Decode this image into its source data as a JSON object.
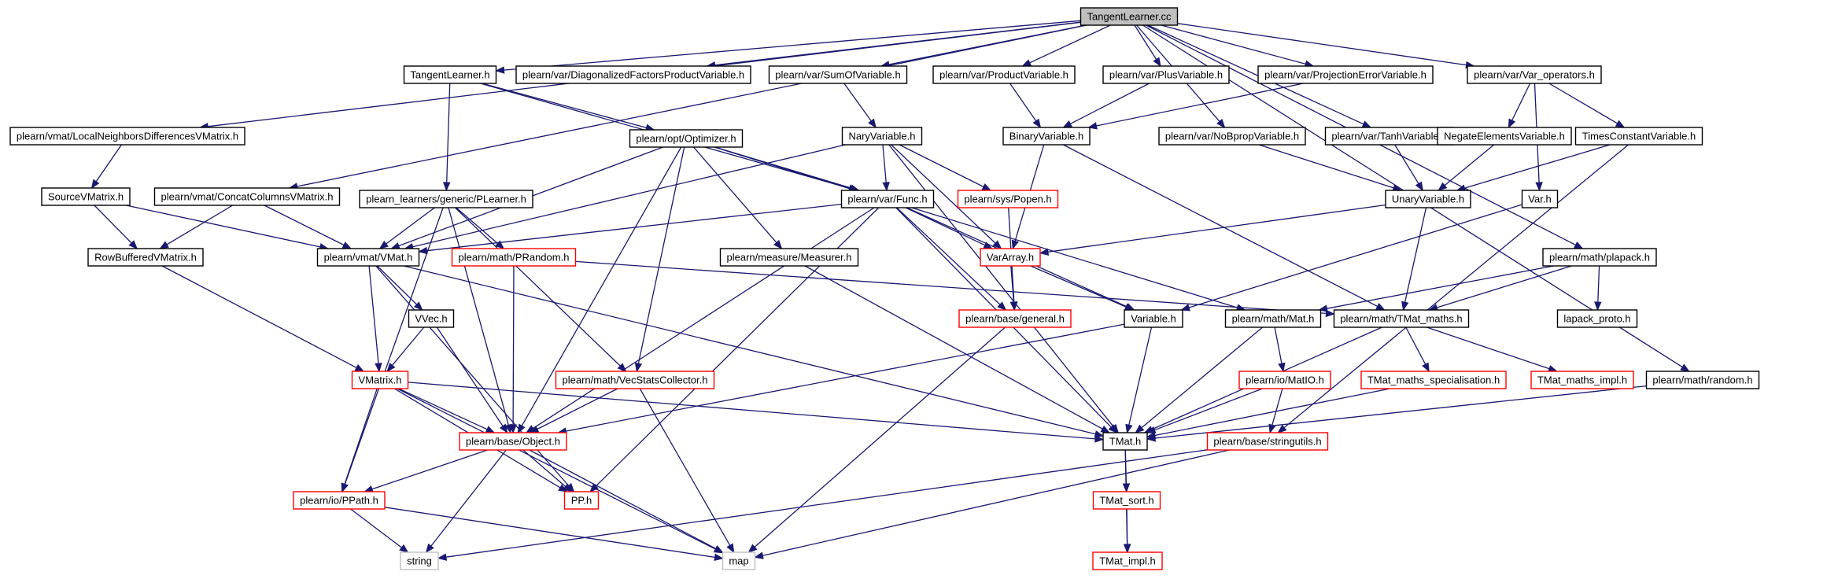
{
  "colors": {
    "edge": "#191970",
    "node_border": "#000000",
    "node_border_missing": "#ff0000",
    "node_border_external": "#bfbfbf",
    "root_fill": "#bfbfbf",
    "text": "#000000"
  },
  "nodes": [
    {
      "id": "root",
      "label": "TangentLearner.cc",
      "type": "root"
    },
    {
      "id": "tlh",
      "label": "TangentLearner.h",
      "type": "normal"
    },
    {
      "id": "dfpv",
      "label": "plearn/var/DiagonalizedFactorsProductVariable.h",
      "type": "normal"
    },
    {
      "id": "sumofv",
      "label": "plearn/var/SumOfVariable.h",
      "type": "normal"
    },
    {
      "id": "prodv",
      "label": "plearn/var/ProductVariable.h",
      "type": "normal"
    },
    {
      "id": "plusv",
      "label": "plearn/var/PlusVariable.h",
      "type": "normal"
    },
    {
      "id": "projerr",
      "label": "plearn/var/ProjectionErrorVariable.h",
      "type": "normal"
    },
    {
      "id": "varops",
      "label": "plearn/var/Var_operators.h",
      "type": "normal"
    },
    {
      "id": "lndvm",
      "label": "plearn/vmat/LocalNeighborsDifferencesVMatrix.h",
      "type": "normal"
    },
    {
      "id": "optim",
      "label": "plearn/opt/Optimizer.h",
      "type": "normal"
    },
    {
      "id": "naryv",
      "label": "NaryVariable.h",
      "type": "normal"
    },
    {
      "id": "binv",
      "label": "BinaryVariable.h",
      "type": "normal"
    },
    {
      "id": "nobprop",
      "label": "plearn/var/NoBpropVariable.h",
      "type": "normal"
    },
    {
      "id": "tanhv",
      "label": "plearn/var/TanhVariable.h",
      "type": "normal"
    },
    {
      "id": "negel",
      "label": "NegateElementsVariable.h",
      "type": "normal"
    },
    {
      "id": "timesc",
      "label": "TimesConstantVariable.h",
      "type": "normal"
    },
    {
      "id": "srcvm",
      "label": "SourceVMatrix.h",
      "type": "normal"
    },
    {
      "id": "ccvm",
      "label": "plearn/vmat/ConcatColumnsVMatrix.h",
      "type": "normal"
    },
    {
      "id": "plearner",
      "label": "plearn_learners/generic/PLearner.h",
      "type": "normal"
    },
    {
      "id": "func",
      "label": "plearn/var/Func.h",
      "type": "normal"
    },
    {
      "id": "popen",
      "label": "plearn/sys/Popen.h",
      "type": "missing"
    },
    {
      "id": "unaryv",
      "label": "UnaryVariable.h",
      "type": "normal"
    },
    {
      "id": "varh",
      "label": "Var.h",
      "type": "normal"
    },
    {
      "id": "rbvm",
      "label": "RowBufferedVMatrix.h",
      "type": "normal"
    },
    {
      "id": "vmat",
      "label": "plearn/vmat/VMat.h",
      "type": "normal"
    },
    {
      "id": "prandom",
      "label": "plearn/math/PRandom.h",
      "type": "missing"
    },
    {
      "id": "measurer",
      "label": "plearn/measure/Measurer.h",
      "type": "normal"
    },
    {
      "id": "vararray",
      "label": "VarArray.h",
      "type": "missing"
    },
    {
      "id": "plapack",
      "label": "plearn/math/plapack.h",
      "type": "normal"
    },
    {
      "id": "vvec",
      "label": "VVec.h",
      "type": "normal"
    },
    {
      "id": "general",
      "label": "plearn/base/general.h",
      "type": "missing"
    },
    {
      "id": "variable",
      "label": "Variable.h",
      "type": "normal"
    },
    {
      "id": "math",
      "label": "plearn/math/Mat.h",
      "type": "normal"
    },
    {
      "id": "tmatmaths",
      "label": "plearn/math/TMat_maths.h",
      "type": "normal"
    },
    {
      "id": "lapack",
      "label": "lapack_proto.h",
      "type": "normal"
    },
    {
      "id": "vmatrix",
      "label": "VMatrix.h",
      "type": "missing"
    },
    {
      "id": "vecstats",
      "label": "plearn/math/VecStatsCollector.h",
      "type": "missing"
    },
    {
      "id": "matio",
      "label": "plearn/io/MatIO.h",
      "type": "missing"
    },
    {
      "id": "tmspec",
      "label": "TMat_maths_specialisation.h",
      "type": "missing"
    },
    {
      "id": "tmimpl",
      "label": "TMat_maths_impl.h",
      "type": "missing"
    },
    {
      "id": "random",
      "label": "plearn/math/random.h",
      "type": "normal"
    },
    {
      "id": "object",
      "label": "plearn/base/Object.h",
      "type": "missing"
    },
    {
      "id": "tmat",
      "label": "TMat.h",
      "type": "normal"
    },
    {
      "id": "stringutils",
      "label": "plearn/base/stringutils.h",
      "type": "missing"
    },
    {
      "id": "ppath",
      "label": "plearn/io/PPath.h",
      "type": "missing"
    },
    {
      "id": "pp",
      "label": "PP.h",
      "type": "missing"
    },
    {
      "id": "tmatsort",
      "label": "TMat_sort.h",
      "type": "missing"
    },
    {
      "id": "string",
      "label": "string",
      "type": "external"
    },
    {
      "id": "map",
      "label": "map",
      "type": "external"
    },
    {
      "id": "tmatimpl",
      "label": "TMat_impl.h",
      "type": "missing"
    }
  ],
  "edges": [
    [
      "root",
      "tlh"
    ],
    [
      "root",
      "dfpv"
    ],
    [
      "root",
      "sumofv"
    ],
    [
      "root",
      "prodv"
    ],
    [
      "root",
      "plusv"
    ],
    [
      "root",
      "projerr"
    ],
    [
      "root",
      "varops"
    ],
    [
      "root",
      "lndvm"
    ],
    [
      "root",
      "ccvm"
    ],
    [
      "root",
      "nobprop"
    ],
    [
      "root",
      "tanhv"
    ],
    [
      "root",
      "plapack"
    ],
    [
      "root",
      "random"
    ],
    [
      "tlh",
      "optim"
    ],
    [
      "tlh",
      "plearner"
    ],
    [
      "tlh",
      "func"
    ],
    [
      "sumofv",
      "naryv"
    ],
    [
      "prodv",
      "binv"
    ],
    [
      "plusv",
      "binv"
    ],
    [
      "projerr",
      "binv"
    ],
    [
      "varops",
      "negel"
    ],
    [
      "varops",
      "timesc"
    ],
    [
      "varops",
      "varh"
    ],
    [
      "lndvm",
      "srcvm"
    ],
    [
      "srcvm",
      "rbvm"
    ],
    [
      "srcvm",
      "vmat"
    ],
    [
      "ccvm",
      "rbvm"
    ],
    [
      "ccvm",
      "vmat"
    ],
    [
      "optim",
      "vmat"
    ],
    [
      "optim",
      "func"
    ],
    [
      "optim",
      "measurer"
    ],
    [
      "optim",
      "vecstats"
    ],
    [
      "optim",
      "object"
    ],
    [
      "optim",
      "math"
    ],
    [
      "naryv",
      "vmat"
    ],
    [
      "naryv",
      "func"
    ],
    [
      "naryv",
      "popen"
    ],
    [
      "naryv",
      "vararray"
    ],
    [
      "naryv",
      "tmat"
    ],
    [
      "binv",
      "vararray"
    ],
    [
      "binv",
      "tmatmaths"
    ],
    [
      "nobprop",
      "unaryv"
    ],
    [
      "tanhv",
      "unaryv"
    ],
    [
      "negel",
      "unaryv"
    ],
    [
      "timesc",
      "unaryv"
    ],
    [
      "timesc",
      "stringutils"
    ],
    [
      "plearner",
      "vmat"
    ],
    [
      "plearner",
      "prandom"
    ],
    [
      "plearner",
      "vecstats"
    ],
    [
      "plearner",
      "object"
    ],
    [
      "plearner",
      "ppath"
    ],
    [
      "func",
      "vmat"
    ],
    [
      "func",
      "vararray"
    ],
    [
      "func",
      "general"
    ],
    [
      "func",
      "variable"
    ],
    [
      "func",
      "object"
    ],
    [
      "func",
      "pp"
    ],
    [
      "func",
      "tmat"
    ],
    [
      "popen",
      "general"
    ],
    [
      "unaryv",
      "vararray"
    ],
    [
      "unaryv",
      "tmatmaths"
    ],
    [
      "varh",
      "variable"
    ],
    [
      "rbvm",
      "vmatrix"
    ],
    [
      "vmat",
      "vvec"
    ],
    [
      "vmat",
      "vmatrix"
    ],
    [
      "vmat",
      "pp"
    ],
    [
      "vmat",
      "tmat"
    ],
    [
      "prandom",
      "object"
    ],
    [
      "prandom",
      "tmatmaths"
    ],
    [
      "measurer",
      "tmat"
    ],
    [
      "vararray",
      "general"
    ],
    [
      "vararray",
      "variable"
    ],
    [
      "plapack",
      "math"
    ],
    [
      "plapack",
      "tmatmaths"
    ],
    [
      "plapack",
      "lapack"
    ],
    [
      "vvec",
      "vmatrix"
    ],
    [
      "vvec",
      "object"
    ],
    [
      "general",
      "map"
    ],
    [
      "variable",
      "object"
    ],
    [
      "variable",
      "tmat"
    ],
    [
      "math",
      "tmat"
    ],
    [
      "math",
      "matio"
    ],
    [
      "tmatmaths",
      "tmat"
    ],
    [
      "tmatmaths",
      "tmspec"
    ],
    [
      "tmatmaths",
      "tmimpl"
    ],
    [
      "vmatrix",
      "object"
    ],
    [
      "vmatrix",
      "ppath"
    ],
    [
      "vmatrix",
      "pp"
    ],
    [
      "vmatrix",
      "tmat"
    ],
    [
      "vmatrix",
      "map"
    ],
    [
      "vecstats",
      "object"
    ],
    [
      "vecstats",
      "map"
    ],
    [
      "matio",
      "tmat"
    ],
    [
      "matio",
      "stringutils"
    ],
    [
      "tmspec",
      "tmat"
    ],
    [
      "random",
      "tmat"
    ],
    [
      "object",
      "ppath"
    ],
    [
      "object",
      "pp"
    ],
    [
      "object",
      "string"
    ],
    [
      "object",
      "map"
    ],
    [
      "tmat",
      "tmatsort"
    ],
    [
      "tmat",
      "tmatimpl"
    ],
    [
      "stringutils",
      "string"
    ],
    [
      "stringutils",
      "map"
    ],
    [
      "ppath",
      "string"
    ],
    [
      "ppath",
      "map"
    ],
    [
      "tmatsort",
      "tmatimpl"
    ]
  ]
}
